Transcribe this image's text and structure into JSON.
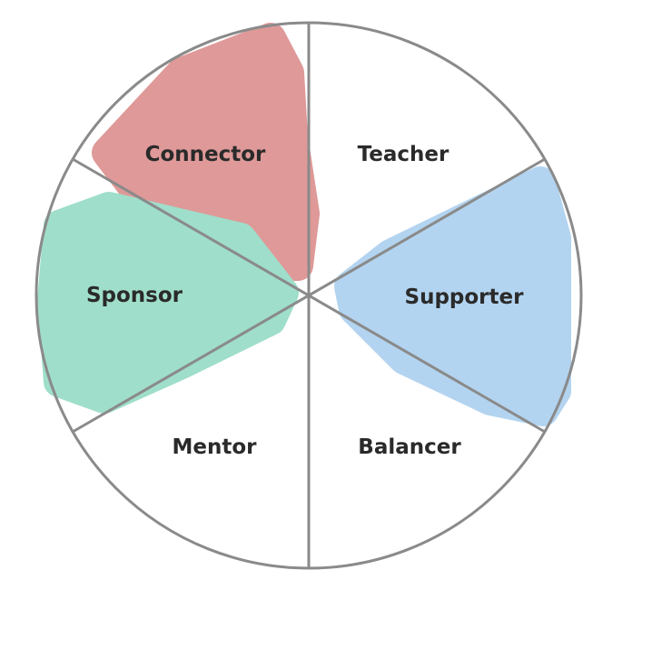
{
  "diagram": {
    "segments": [
      {
        "label": "Connector",
        "highlight": "#d98887"
      },
      {
        "label": "Teacher",
        "highlight": null
      },
      {
        "label": "Supporter",
        "highlight": "#a6cdee"
      },
      {
        "label": "Balancer",
        "highlight": null
      },
      {
        "label": "Mentor",
        "highlight": null
      },
      {
        "label": "Sponsor",
        "highlight": "#8fd9c1"
      }
    ]
  }
}
